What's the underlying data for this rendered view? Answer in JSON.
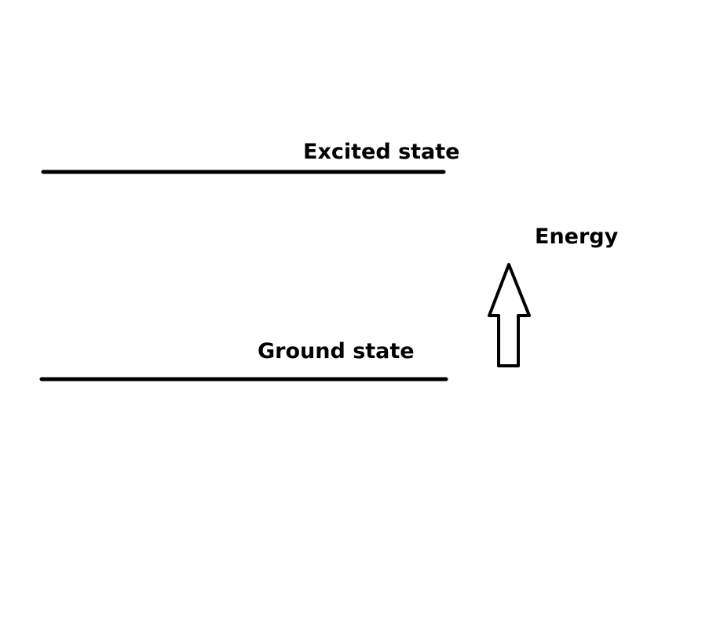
{
  "diagram": {
    "levels": [
      {
        "name": "excited",
        "label": "Excited state"
      },
      {
        "name": "ground",
        "label": "Ground state"
      }
    ],
    "energy_axis": {
      "label": "Energy",
      "direction": "up"
    },
    "colors": {
      "stroke": "#000000",
      "background": "#ffffff"
    }
  }
}
